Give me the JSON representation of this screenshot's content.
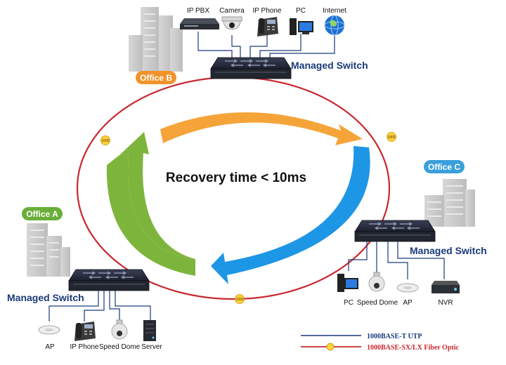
{
  "title": "Recovery time < 10ms",
  "switch_label": "Managed Switch",
  "fiber_label": "1000",
  "offices": {
    "a": "Office A",
    "b": "Office B",
    "c": "Office C"
  },
  "devices": {
    "b": [
      "IP PBX",
      "Camera",
      "IP Phone",
      "PC",
      "Internet"
    ],
    "c": [
      "PC",
      "Speed Dome",
      "AP",
      "NVR"
    ],
    "a": [
      "AP",
      "IP Phone",
      "Speed Dome",
      "Server"
    ]
  },
  "legend": {
    "utp": "1000BASE-T UTP",
    "fiber": "1000BASE-SX/LX Fiber Optic"
  },
  "colors": {
    "ring": "#c8282e",
    "office_a": "#6aae3a",
    "office_b": "#f0932a",
    "office_c": "#3aa0dc",
    "arrow_orange": "#f5a43a",
    "arrow_blue": "#1e96e6",
    "arrow_green": "#7db53c",
    "switch_label": "#1a3a7a",
    "utp_line": "#1a3a7a"
  }
}
